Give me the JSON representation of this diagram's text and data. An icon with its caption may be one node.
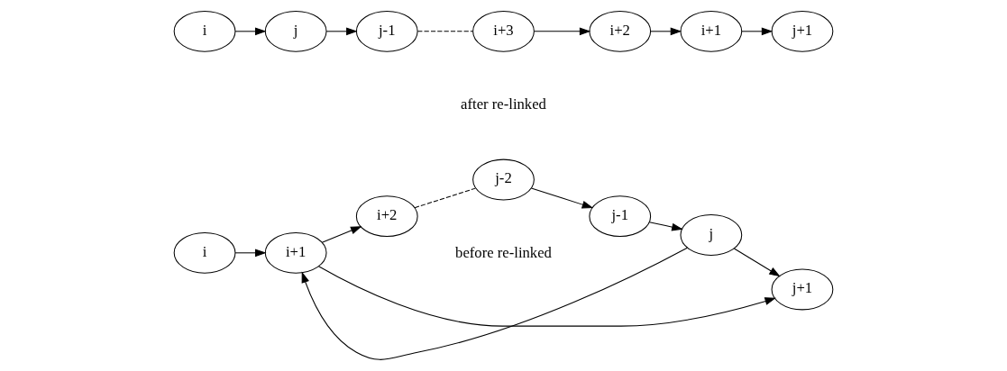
{
  "diagram": {
    "nodes": [
      {
        "text": [
          "i"
        ]
      },
      {
        "text": [
          "i+1"
        ]
      },
      {
        "text": [
          "i+2"
        ]
      },
      {
        "text": [
          "j-2"
        ]
      },
      {
        "text": [
          "j-1"
        ]
      },
      {
        "text": [
          "j"
        ]
      },
      {
        "text": [
          "j+1"
        ]
      },
      {
        "text": [
          "i"
        ]
      },
      {
        "text": [
          "j"
        ]
      },
      {
        "text": [
          "j-1"
        ]
      },
      {
        "text": [
          "i+3"
        ]
      },
      {
        "text": [
          "i+2"
        ]
      },
      {
        "text": [
          "i+1"
        ]
      },
      {
        "text": [
          "j+1"
        ]
      }
    ],
    "edges": [
      {
        "from": 0,
        "to": 1,
        "arrow": "to"
      },
      {
        "from": 1,
        "to": 2,
        "arrow": "to"
      },
      {
        "from": 2,
        "to": 3,
        "arrow": "none",
        "style": "dashed"
      },
      {
        "from": 3,
        "to": 4,
        "arrow": "to"
      },
      {
        "from": 4,
        "to": 5,
        "arrow": "to"
      },
      {
        "from": 5,
        "to": 6,
        "arrow": "to"
      },
      {
        "from": 5,
        "to": 1,
        "arrow": "to"
      },
      {
        "from": 1,
        "to": 6,
        "arrow": "to"
      },
      {
        "from": 7,
        "to": 8,
        "arrow": "to"
      },
      {
        "from": 8,
        "to": 9,
        "arrow": "to"
      },
      {
        "from": 9,
        "to": 10,
        "arrow": "none",
        "style": "dashed"
      },
      {
        "from": 10,
        "to": 11,
        "arrow": "to"
      },
      {
        "from": 11,
        "to": 12,
        "arrow": "to"
      },
      {
        "from": 12,
        "to": 13,
        "arrow": "to"
      }
    ],
    "labels": [
      "before re-linked",
      "after re-linked"
    ]
  }
}
